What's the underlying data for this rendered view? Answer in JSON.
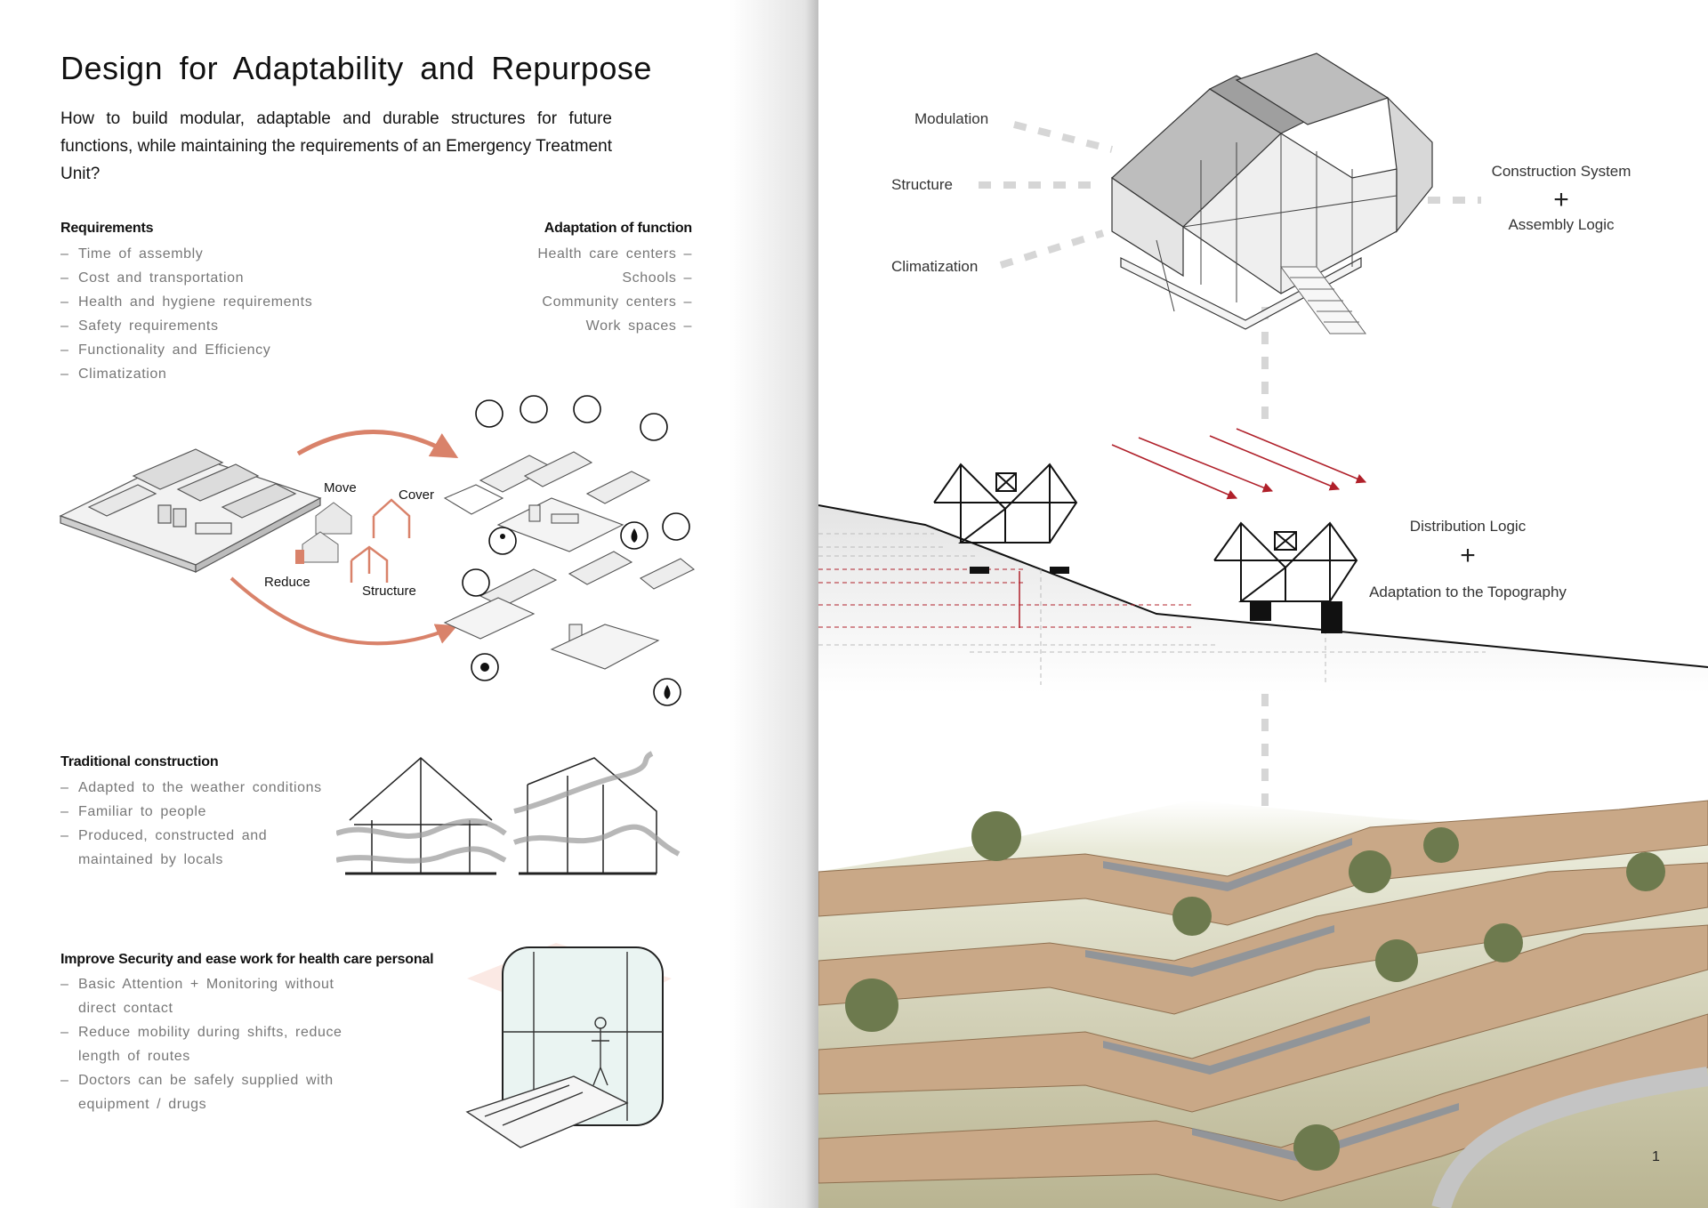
{
  "title": "Design for Adaptability and Repurpose",
  "intro": "How to build modular, adaptable and durable structures for future functions, while maintaining the requirements of an Emergency Treatment Unit?",
  "requirements": {
    "heading": "Requirements",
    "items": [
      "Time of assembly",
      "Cost and transportation",
      "Health and hygiene requirements",
      "Safety requirements",
      "Functionality and Efficiency",
      "Climatization"
    ]
  },
  "adaptation": {
    "heading": "Adaptation of function",
    "items": [
      "Health care centers",
      "Schools",
      "Community centers",
      "Work spaces"
    ]
  },
  "process_labels": {
    "move": "Move",
    "cover": "Cover",
    "reduce": "Reduce",
    "structure": "Structure"
  },
  "traditional": {
    "heading": "Traditional construction",
    "items": [
      "Adapted to the weather conditions",
      "Familiar to people",
      "Produced, constructed and maintained by locals"
    ]
  },
  "security": {
    "heading": "Improve Security and ease work for health care personal",
    "items": [
      "Basic Attention + Monitoring without direct contact",
      "Reduce mobility during shifts, reduce length of routes",
      "Doctors can be safely supplied with equipment / drugs"
    ]
  },
  "axon_labels": {
    "modulation": "Modulation",
    "structure": "Structure",
    "climatization": "Climatization",
    "construction_system": "Construction System",
    "plus": "+",
    "assembly_logic": "Assembly Logic"
  },
  "distribution": {
    "distribution_logic": "Distribution Logic",
    "plus": "+",
    "topography": "Adaptation to the Topography"
  },
  "page_number": "1",
  "colors": {
    "accent": "#d9826a",
    "wind": "#b0202a",
    "dim": "#d6d6d6"
  }
}
